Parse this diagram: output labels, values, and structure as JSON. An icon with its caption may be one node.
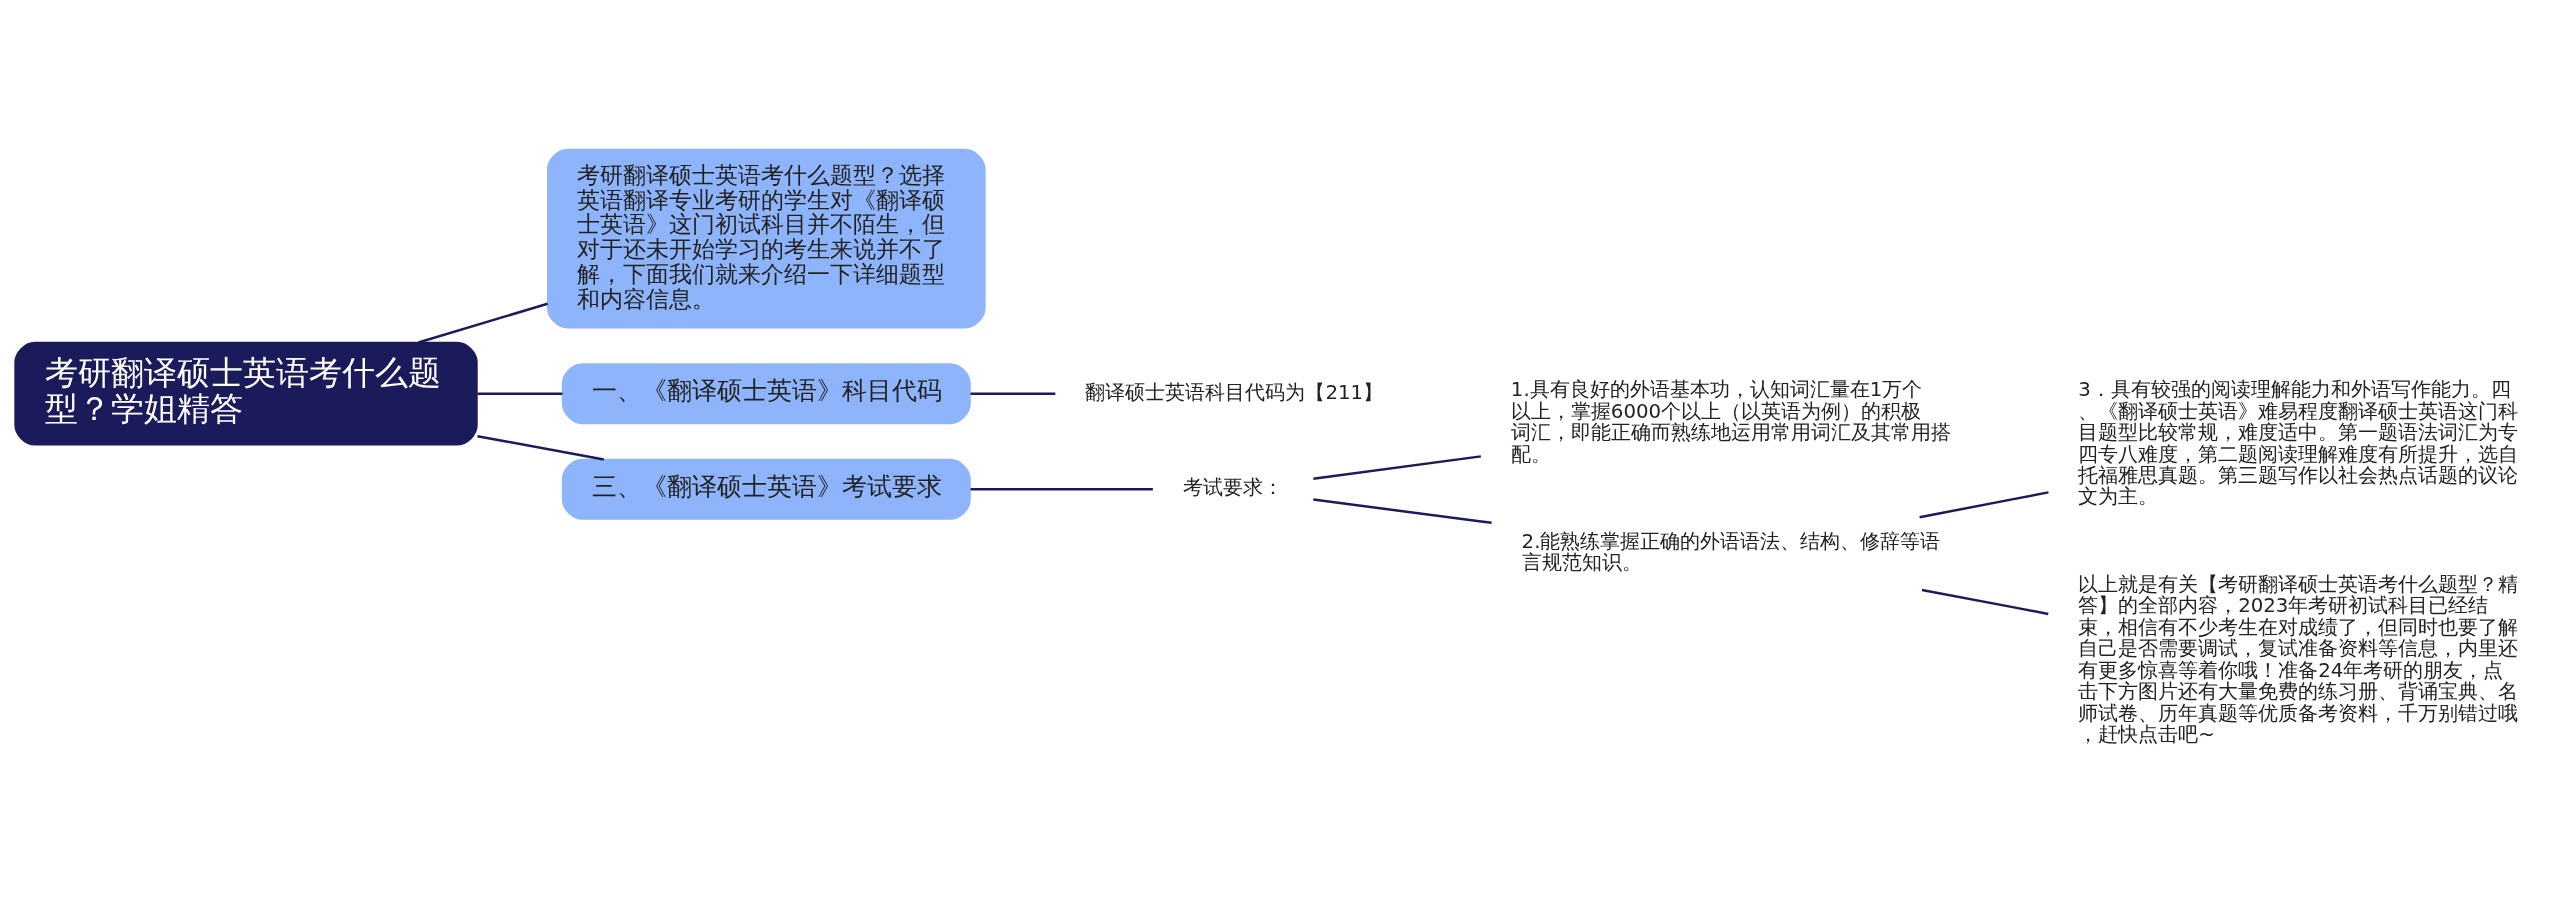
{
  "diagram": {
    "nodes": [
      {
        "text": [
          "考研翻译硕士英语考什么题型？学姐精答"
        ]
      },
      {
        "text": [
          "考研翻译硕士英语考什么题型？选择英语翻译专业考研的学生对《翻译硕士英语》这门初试科目并不陌生，但对于还未开始学习的考生来说并不了解，下面我们就来介绍一下详细题型和内容信息。"
        ]
      },
      {
        "text": [
          "一、《翻译硕士英语》科目代码"
        ]
      },
      {
        "text": [
          "翻译硕士英语科目代码为【211】"
        ]
      },
      {
        "text": [
          "三、《翻译硕士英语》考试要求"
        ]
      },
      {
        "text": [
          "考试要求："
        ]
      },
      {
        "text": [
          "1.具有良好的外语基本功，认知词汇量在1万个以上，掌握6000个以上（以英语为例）的积极词汇，即能正确而熟练地运用常用词汇及其常用搭配。"
        ]
      },
      {
        "text": [
          "2.能熟练掌握正确的外语语法、结构、修辞等语言规范知识。"
        ]
      },
      {
        "text": [
          "3．具有较强的阅读理解能力和外语写作能力。四、《翻译硕士英语》难易程度翻译硕士英语这门科目题型比较常规，难度适中。第一题语法词汇为专四专八难度，第二题阅读理解难度有所提升，选自托福雅思真题。第三题写作以社会热点话题的议论文为主。"
        ]
      },
      {
        "text": [
          "以上就是有关【考研翻译硕士英语考什么题型？精答】的全部内容，2023年考研初试科目已经结束，相信有不少考生在对成绩了，但同时也要了解自己是否需要调试，复试准备资料等信息，内里还有更多惊喜等着你哦！准备24年考研的朋友，点击下方图片还有大量免费的练习册、背诵宝典、名师试卷、历年真题等优质备考资料，千万别错过哦，赶快点击吧~"
        ]
      }
    ],
    "edges": [
      {
        "from": 0,
        "to": 1,
        "arrow": "none"
      },
      {
        "from": 0,
        "to": 2,
        "arrow": "none"
      },
      {
        "from": 2,
        "to": 3,
        "arrow": "none"
      },
      {
        "from": 0,
        "to": 4,
        "arrow": "none"
      },
      {
        "from": 4,
        "to": 5,
        "arrow": "none"
      },
      {
        "from": 5,
        "to": 6,
        "arrow": "none"
      },
      {
        "from": 5,
        "to": 7,
        "arrow": "none"
      },
      {
        "from": 7,
        "to": 8,
        "arrow": "none"
      },
      {
        "from": 7,
        "to": 9,
        "arrow": "none"
      }
    ]
  }
}
